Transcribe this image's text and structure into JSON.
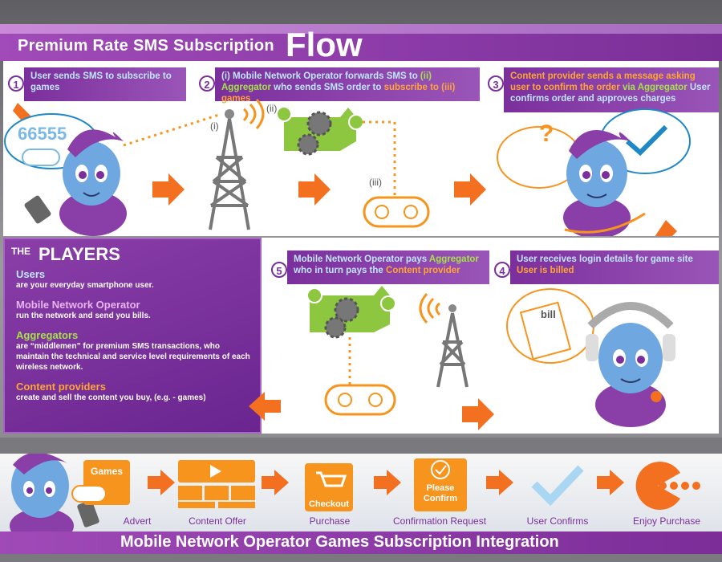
{
  "title": {
    "main": "Premium Rate SMS Subscription",
    "big": "Flow"
  },
  "steps": [
    {
      "num": "1",
      "parts": [
        {
          "text": "User sends SMS to subscribe to games",
          "cls": "hl-blue"
        }
      ]
    },
    {
      "num": "2",
      "parts": [
        {
          "text": "(i) Mobile Network Operator forwards SMS to ",
          "cls": "hl-blue"
        },
        {
          "text": "(ii) Aggregator",
          "cls": "hl-green"
        },
        {
          "text": " who sends SMS order to ",
          "cls": "hl-blue"
        },
        {
          "text": "subscribe to (iii) games",
          "cls": "hl-orange"
        }
      ]
    },
    {
      "num": "3",
      "parts": [
        {
          "text": "Content provider sends a message asking user to confirm the order ",
          "cls": "hl-orange"
        },
        {
          "text": "via Aggregator",
          "cls": "hl-green"
        },
        {
          "text": " User confirms order and approves charges",
          "cls": "hl-blue"
        }
      ]
    },
    {
      "num": "4",
      "parts": [
        {
          "text": "User receives login details for game site ",
          "cls": "hl-blue"
        },
        {
          "text": "User is billed",
          "cls": "hl-orange"
        }
      ]
    },
    {
      "num": "5",
      "parts": [
        {
          "text": "Mobile Network Operator pays ",
          "cls": "hl-blue"
        },
        {
          "text": "Aggregator",
          "cls": "hl-green"
        },
        {
          "text": " who in turn pays the ",
          "cls": "hl-blue"
        },
        {
          "text": "Content provider",
          "cls": "hl-orange"
        }
      ]
    }
  ],
  "shortcode": "66555",
  "labels": {
    "i": "(i)",
    "ii": "(ii)",
    "iii": "(iii)",
    "bill": "bill",
    "question": "?"
  },
  "players": {
    "the": "THE",
    "heading": "PLAYERS",
    "items": [
      {
        "name": "Users",
        "color": "#bfe6ff",
        "desc": "are your everyday smartphone user."
      },
      {
        "name": "Mobile Network Operator",
        "color": "#e7b6f2",
        "desc": "run the network and send you bills."
      },
      {
        "name": "Aggregators",
        "color": "#a6e04a",
        "desc": "are “middlemen” for premium SMS transactions, who maintain the technical and service level requirements of each wireless network."
      },
      {
        "name": "Content providers",
        "color": "#ffa534",
        "desc": "create and sell the content you buy, (e.g. - games)"
      }
    ]
  },
  "bottom": {
    "title": "Mobile Network Operator Games Subscription Integration",
    "games_label": "Games",
    "checkout_label": "Checkout",
    "please_confirm": "Please Confirm",
    "flow": [
      "Advert",
      "Content Offer",
      "Purchase",
      "Confirmation Request",
      "User Confirms",
      "Enjoy Purchase"
    ]
  },
  "colors": {
    "purple": "#7b2f9c",
    "orange": "#f7941d",
    "green": "#8dc63f",
    "blue": "#1e88c7"
  }
}
